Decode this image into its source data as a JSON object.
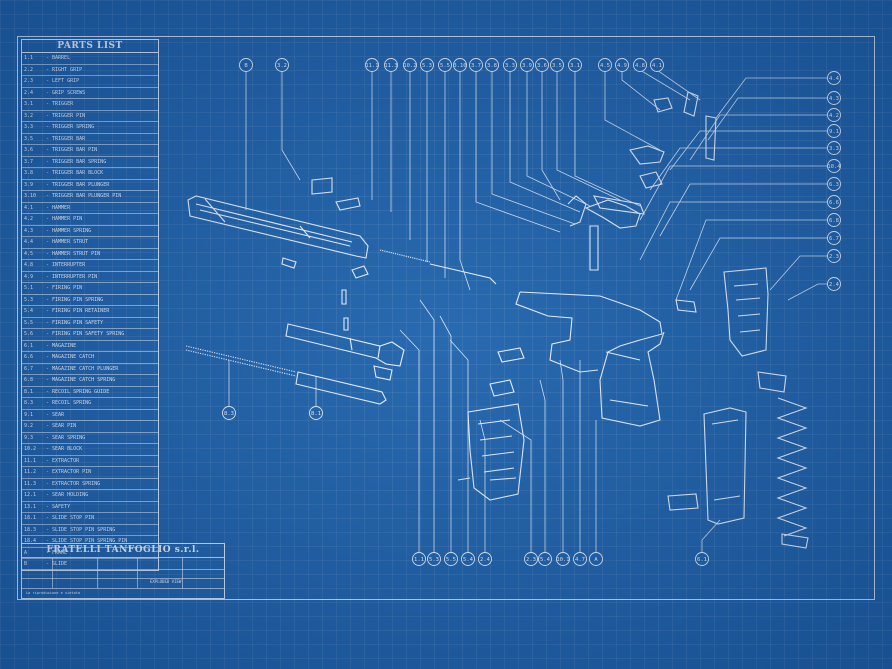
{
  "parts_list": {
    "title": "PARTS LIST",
    "items": [
      {
        "code": "1.1",
        "name": "- BARREL"
      },
      {
        "code": "2.2",
        "name": "- RIGHT GRIP"
      },
      {
        "code": "2.3",
        "name": "- LEFT GRIP"
      },
      {
        "code": "2.4",
        "name": "- GRIP SCREWS"
      },
      {
        "code": "3.1",
        "name": "- TRIGGER"
      },
      {
        "code": "3.2",
        "name": "- TRIGGER PIN"
      },
      {
        "code": "3.3",
        "name": "- TRIGGER SPRING"
      },
      {
        "code": "3.5",
        "name": "- TRIGGER BAR"
      },
      {
        "code": "3.6",
        "name": "- TRIGGER BAR PIN"
      },
      {
        "code": "3.7",
        "name": "- TRIGGER BAR SPRING"
      },
      {
        "code": "3.8",
        "name": "- TRIGGER BAR BLOCK"
      },
      {
        "code": "3.9",
        "name": "- TRIGGER BAR PLUNGER"
      },
      {
        "code": "3.10",
        "name": "- TRIGGER BAR PLUNGER PIN"
      },
      {
        "code": "4.1",
        "name": "- HAMMER"
      },
      {
        "code": "4.2",
        "name": "- HAMMER PIN"
      },
      {
        "code": "4.3",
        "name": "- HAMMER SPRING"
      },
      {
        "code": "4.4",
        "name": "- HAMMER STRUT"
      },
      {
        "code": "4.5",
        "name": "- HAMMER STRUT PIN"
      },
      {
        "code": "4.8",
        "name": "- INTERRUPTER"
      },
      {
        "code": "4.9",
        "name": "- INTERRUPTER PIN"
      },
      {
        "code": "5.1",
        "name": "- FIRING PIN"
      },
      {
        "code": "5.3",
        "name": "- FIRING PIN SPRING"
      },
      {
        "code": "5.4",
        "name": "- FIRING PIN RETAINER"
      },
      {
        "code": "5.5",
        "name": "- FIRING PIN SAFETY"
      },
      {
        "code": "5.6",
        "name": "- FIRING PIN SAFETY SPRING"
      },
      {
        "code": "6.1",
        "name": "- MAGAZINE"
      },
      {
        "code": "6.6",
        "name": "- MAGAZINE CATCH"
      },
      {
        "code": "6.7",
        "name": "- MAGAZINE CATCH PLUNGER"
      },
      {
        "code": "6.8",
        "name": "- MAGAZINE CATCH SPRING"
      },
      {
        "code": "8.1",
        "name": "- RECOIL SPRING GUIDE"
      },
      {
        "code": "8.3",
        "name": "- RECOIL SPRING"
      },
      {
        "code": "9.1",
        "name": "- SEAR"
      },
      {
        "code": "9.2",
        "name": "- SEAR PIN"
      },
      {
        "code": "9.3",
        "name": "- SEAR SPRING"
      },
      {
        "code": "10.2",
        "name": "- SEAR BLOCK"
      },
      {
        "code": "11.1",
        "name": "- EXTRACTOR"
      },
      {
        "code": "11.2",
        "name": "- EXTRACTOR PIN"
      },
      {
        "code": "11.3",
        "name": "- EXTRACTOR SPRING"
      },
      {
        "code": "12.1",
        "name": "- SEAR HOLDING"
      },
      {
        "code": "13.1",
        "name": "- SAFETY"
      },
      {
        "code": "18.1",
        "name": "- SLIDE STOP PIN"
      },
      {
        "code": "18.3",
        "name": "- SLIDE STOP PIN SPRING"
      },
      {
        "code": "18.4",
        "name": "- SLIDE STOP PIN SPRING PIN"
      },
      {
        "code": "A",
        "name": "- FRAME"
      },
      {
        "code": "B",
        "name": "- SLIDE"
      }
    ]
  },
  "title_block": {
    "company": "FRATELLI TANFOGLIO s.r.l.",
    "drawing_name": "EXPLODED VIEW",
    "disclaimer": "La riproduzione e vietata"
  },
  "callouts": {
    "top": [
      "B",
      "3.2",
      "11.1",
      "11.3",
      "10.2",
      "5.3",
      "5.5",
      "3.10",
      "3.7",
      "3.8",
      "3.3",
      "3.9",
      "3.6",
      "3.5",
      "3.1",
      "4.5",
      "4.9",
      "4.8",
      "4.1"
    ],
    "right": [
      "4.4",
      "4.3",
      "4.2",
      "9.1",
      "3.3",
      "10.4",
      "6.3",
      "6.6",
      "6.8",
      "6.7",
      "2.3",
      "2.4"
    ],
    "bottom": [
      "1.1",
      "5.3",
      "5.5",
      "5.4",
      "2.4",
      "2.3",
      "5.4",
      "10.1",
      "4.7",
      "A",
      "6.1",
      "8.3",
      "8.1"
    ]
  },
  "colors": {
    "background": "#2064ad",
    "line": "#eaf3ff"
  }
}
